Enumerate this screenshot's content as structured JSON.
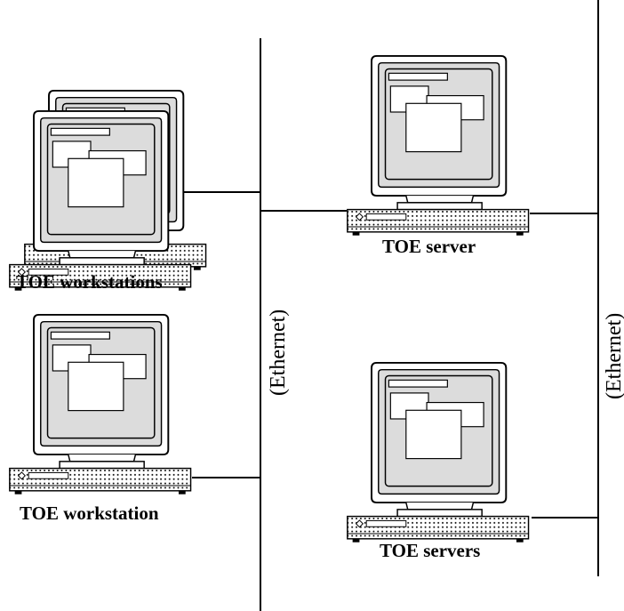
{
  "labels": {
    "workstations": "TOE workstations",
    "workstation": "TOE workstation",
    "server": "TOE server",
    "servers": "TOE servers",
    "ethernet_left": "(Ethernet)",
    "ethernet_right": "(Ethernet)"
  },
  "nodes": [
    {
      "id": "workstations",
      "kind": "workstation",
      "count": 2
    },
    {
      "id": "workstation",
      "kind": "workstation",
      "count": 1
    },
    {
      "id": "server",
      "kind": "server",
      "count": 1
    },
    {
      "id": "servers",
      "kind": "server",
      "count": 1
    }
  ]
}
